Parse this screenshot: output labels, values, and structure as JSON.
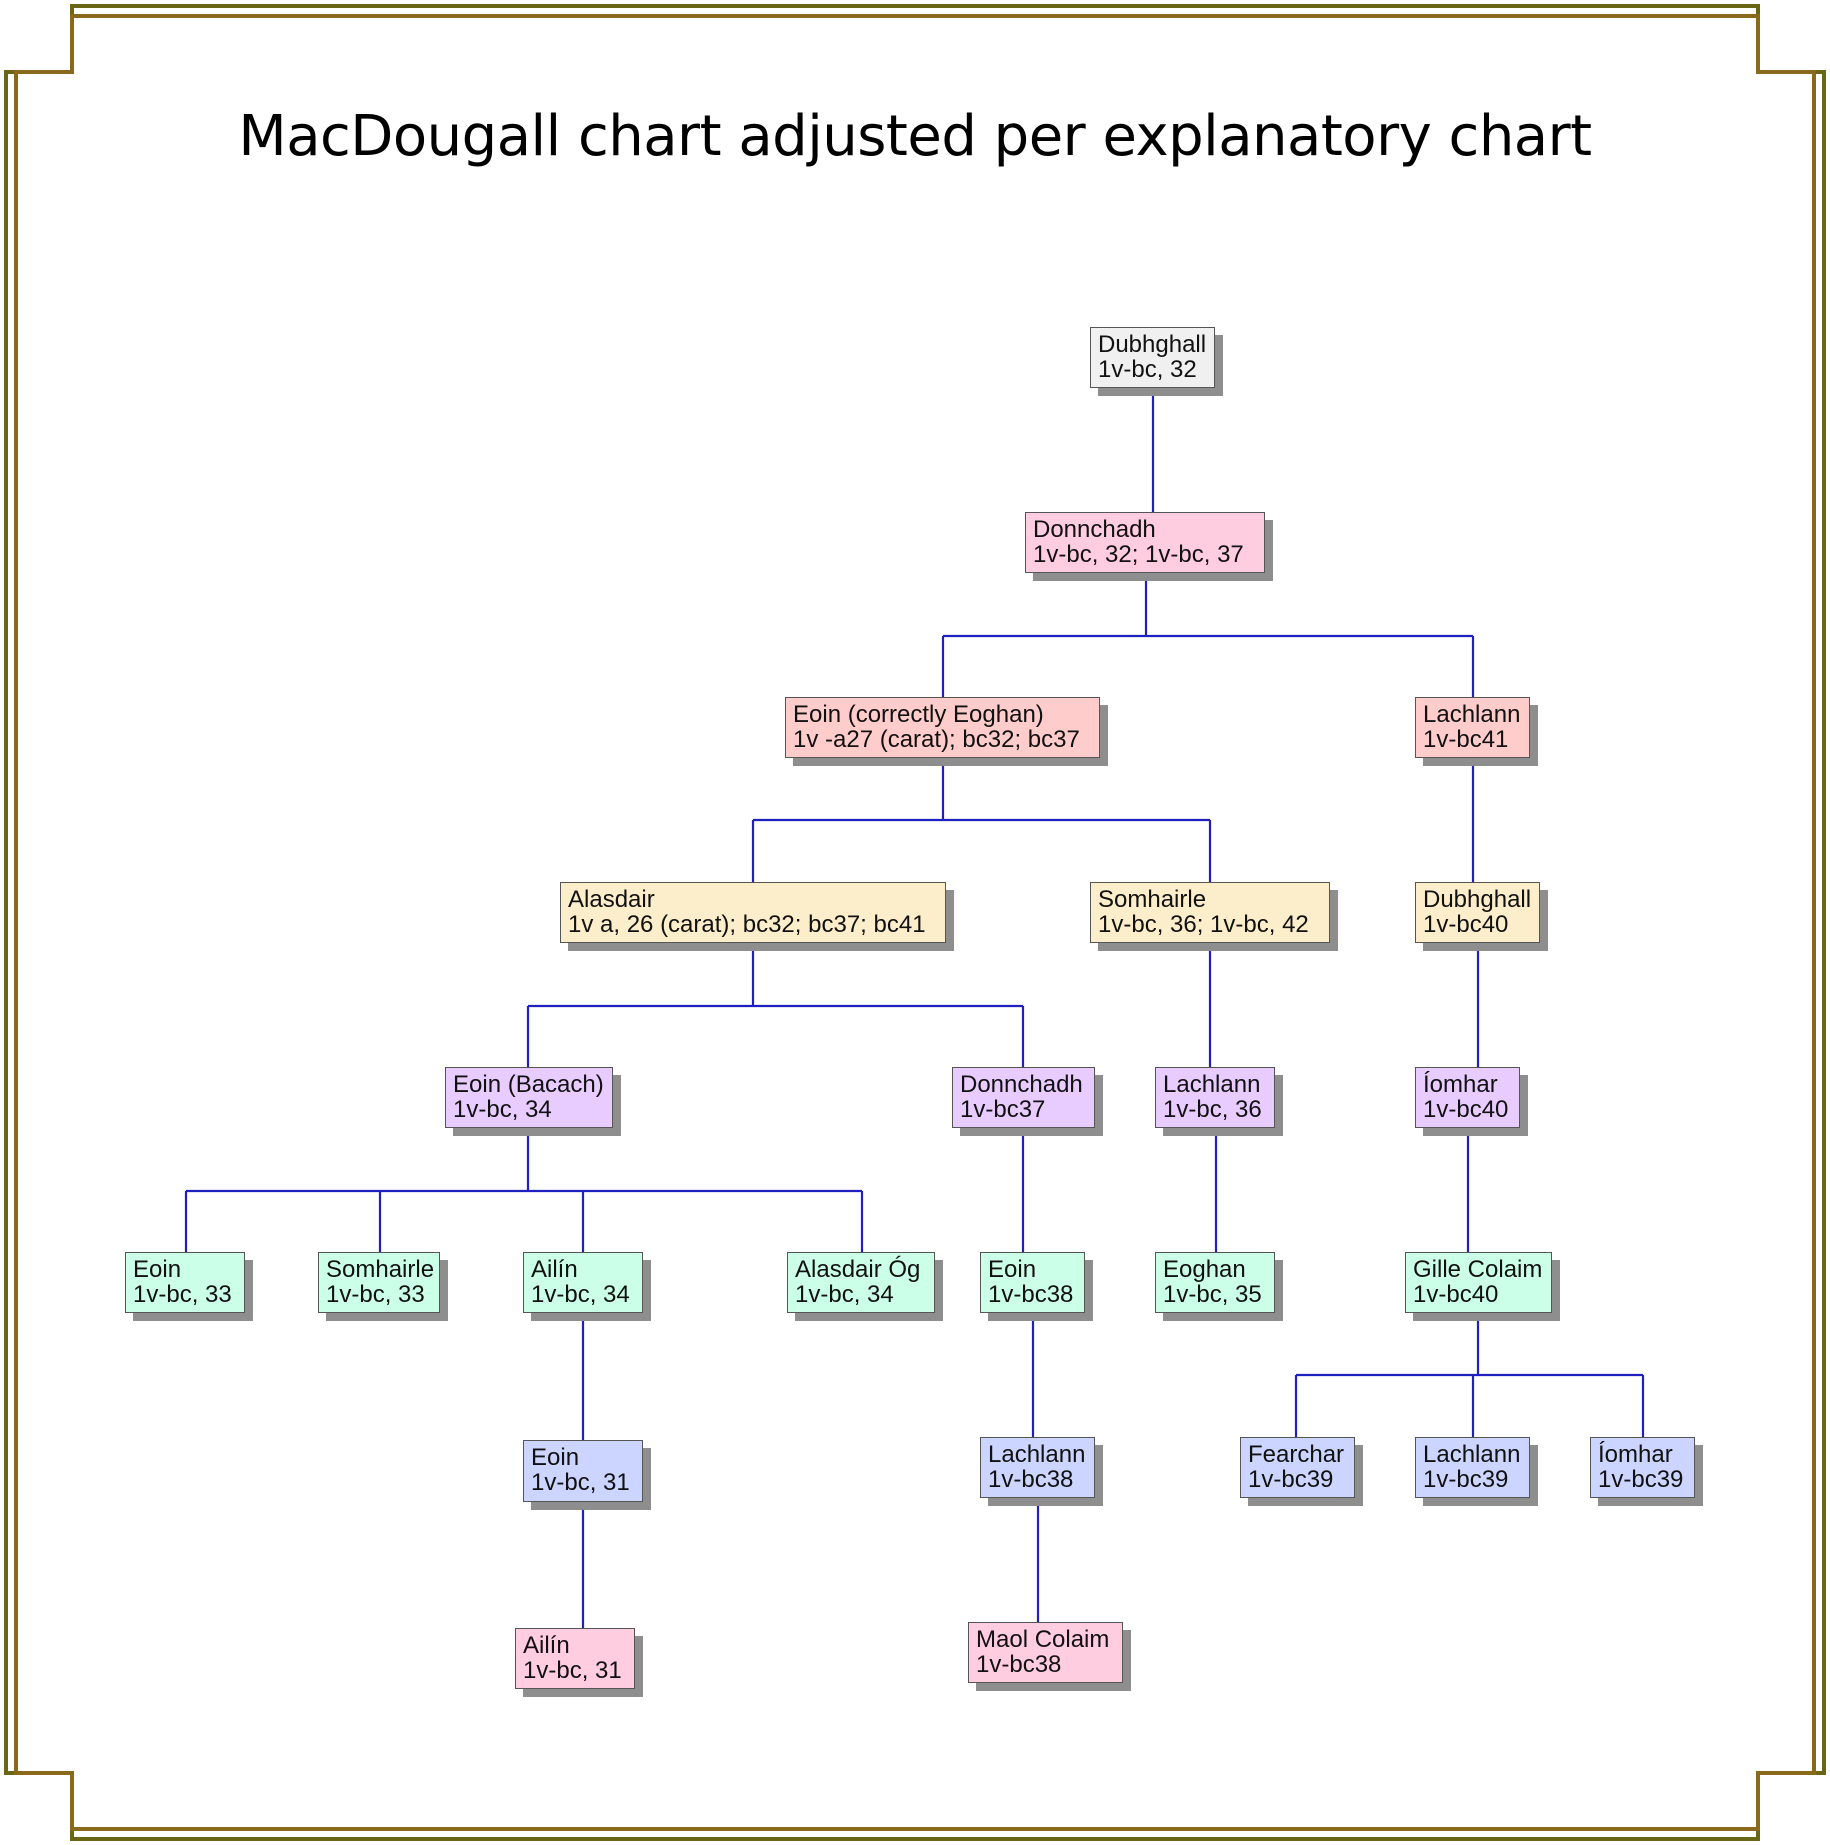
{
  "title": "MacDougall chart adjusted per explanatory chart",
  "colors": {
    "frame_outer": "#6b6616",
    "frame_inner": "#8a6a1a",
    "connector": "#2020c0",
    "gray": "#f0f0f0",
    "pink": "#ffcce0",
    "salmon": "#ffcccc",
    "cream": "#fdeecb",
    "lavender": "#e8ccff",
    "mint": "#ccffe8",
    "blue": "#ccd5ff"
  },
  "nodes": {
    "dubhghall_root": {
      "name": "Dubhghall",
      "ref": "1v-bc, 32"
    },
    "donnchadh_1": {
      "name": "Donnchadh",
      "ref": "1v-bc, 32; 1v-bc, 37"
    },
    "eoin_eoghan": {
      "name": "Eoin (correctly Eoghan)",
      "ref": "1v -a27 (carat); bc32; bc37"
    },
    "lachlann_1": {
      "name": "Lachlann",
      "ref": "1v-bc41"
    },
    "alasdair": {
      "name": "Alasdair",
      "ref": "1v a, 26 (carat); bc32; bc37; bc41"
    },
    "somhairle_1": {
      "name": "Somhairle",
      "ref": "1v-bc, 36; 1v-bc, 42"
    },
    "dubhghall_2": {
      "name": "Dubhghall",
      "ref": "1v-bc40"
    },
    "eoin_bacach": {
      "name": "Eoin (Bacach)",
      "ref": "1v-bc, 34"
    },
    "donnchadh_2": {
      "name": "Donnchadh",
      "ref": "1v-bc37"
    },
    "lachlann_2": {
      "name": "Lachlann",
      "ref": "1v-bc, 36"
    },
    "iomhar_1": {
      "name": "Íomhar",
      "ref": "1v-bc40"
    },
    "eoin_33": {
      "name": "Eoin",
      "ref": "1v-bc, 33"
    },
    "somhairle_33": {
      "name": "Somhairle",
      "ref": "1v-bc, 33"
    },
    "ailin_34": {
      "name": "Ailín",
      "ref": "1v-bc, 34"
    },
    "alasdair_og": {
      "name": "Alasdair Óg",
      "ref": "1v-bc, 34"
    },
    "eoin_bc38": {
      "name": "Eoin",
      "ref": "1v-bc38"
    },
    "eoghan_35": {
      "name": "Eoghan",
      "ref": "1v-bc, 35"
    },
    "gille_colaim": {
      "name": "Gille Colaim",
      "ref": "1v-bc40"
    },
    "eoin_31": {
      "name": "Eoin",
      "ref": "1v-bc, 31"
    },
    "lachlann_bc38": {
      "name": "Lachlann",
      "ref": "1v-bc38"
    },
    "fearchar": {
      "name": "Fearchar",
      "ref": "1v-bc39"
    },
    "lachlann_bc39": {
      "name": "Lachlann",
      "ref": "1v-bc39"
    },
    "iomhar_bc39": {
      "name": "Íomhar",
      "ref": "1v-bc39"
    },
    "ailin_31": {
      "name": "Ailín",
      "ref": "1v-bc, 31"
    },
    "maol_colaim": {
      "name": "Maol Colaim",
      "ref": "1v-bc38"
    }
  }
}
